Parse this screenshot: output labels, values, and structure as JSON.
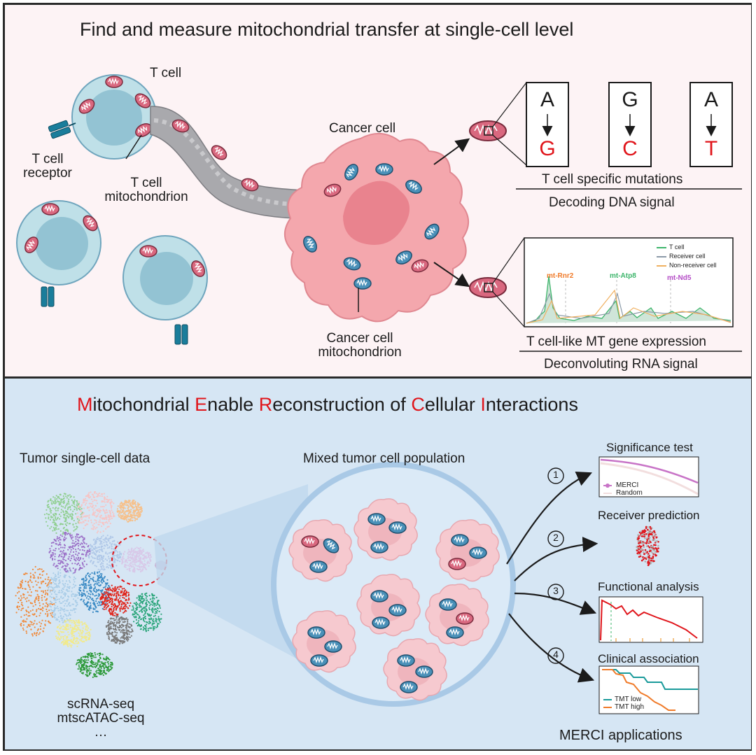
{
  "top": {
    "title": "Find and measure mitochondrial transfer at single-cell level",
    "t_cell_label": "T cell",
    "t_cell_receptor_label_1": "T cell",
    "t_cell_receptor_label_2": "receptor",
    "t_cell_mito_label_1": "T cell",
    "t_cell_mito_label_2": "mitochondrion",
    "cancer_cell_label": "Cancer cell",
    "cancer_mito_label_1": "Cancer cell",
    "cancer_mito_label_2": "mitochondrion",
    "mutations": [
      {
        "ref": "A",
        "alt": "G"
      },
      {
        "ref": "G",
        "alt": "C"
      },
      {
        "ref": "A",
        "alt": "T"
      }
    ],
    "mutation_caption": "T cell specific mutations",
    "dna_caption": "Decoding DNA signal",
    "rna_legend": [
      "T cell",
      "Receiver cell",
      "Non-receiver cell"
    ],
    "rna_genes": [
      "mt-Rnr2",
      "mt-Atp8",
      "mt-Nd5"
    ],
    "rna_caption_1": "T cell-like MT gene expression",
    "rna_caption_2": "Deconvoluting RNA signal"
  },
  "bottom": {
    "title_parts": [
      {
        "initial": "M",
        "rest": "itochondrial "
      },
      {
        "initial": "E",
        "rest": "nable "
      },
      {
        "initial": "R",
        "rest": "econstruction of "
      },
      {
        "initial": "C",
        "rest": "ellular "
      },
      {
        "initial": "I",
        "rest": "nteractions"
      }
    ],
    "tumor_data_label": "Tumor single-cell data",
    "mixed_label": "Mixed tumor cell population",
    "methods": [
      "scRNA-seq",
      "mtscATAC-seq",
      "…"
    ],
    "applications": [
      {
        "num": "1",
        "title": "Significance test",
        "legend": [
          "MERCI",
          "Random"
        ]
      },
      {
        "num": "2",
        "title": "Receiver prediction"
      },
      {
        "num": "3",
        "title": "Functional analysis"
      },
      {
        "num": "4",
        "title": "Clinical association",
        "legend": [
          "TMT low",
          "TMT high"
        ]
      }
    ],
    "applications_caption": "MERCI applications"
  },
  "colors": {
    "accent_red": "#e0151b",
    "t_cell_fill": "#bfe0e8",
    "cancer_fill": "#f4a7ad",
    "mito_pink": "#d9687f",
    "mito_blue": "#4a90b8",
    "receptor_teal": "#1a7d9b",
    "top_bg": "#fdf3f5",
    "bottom_bg": "#d6e6f4"
  }
}
